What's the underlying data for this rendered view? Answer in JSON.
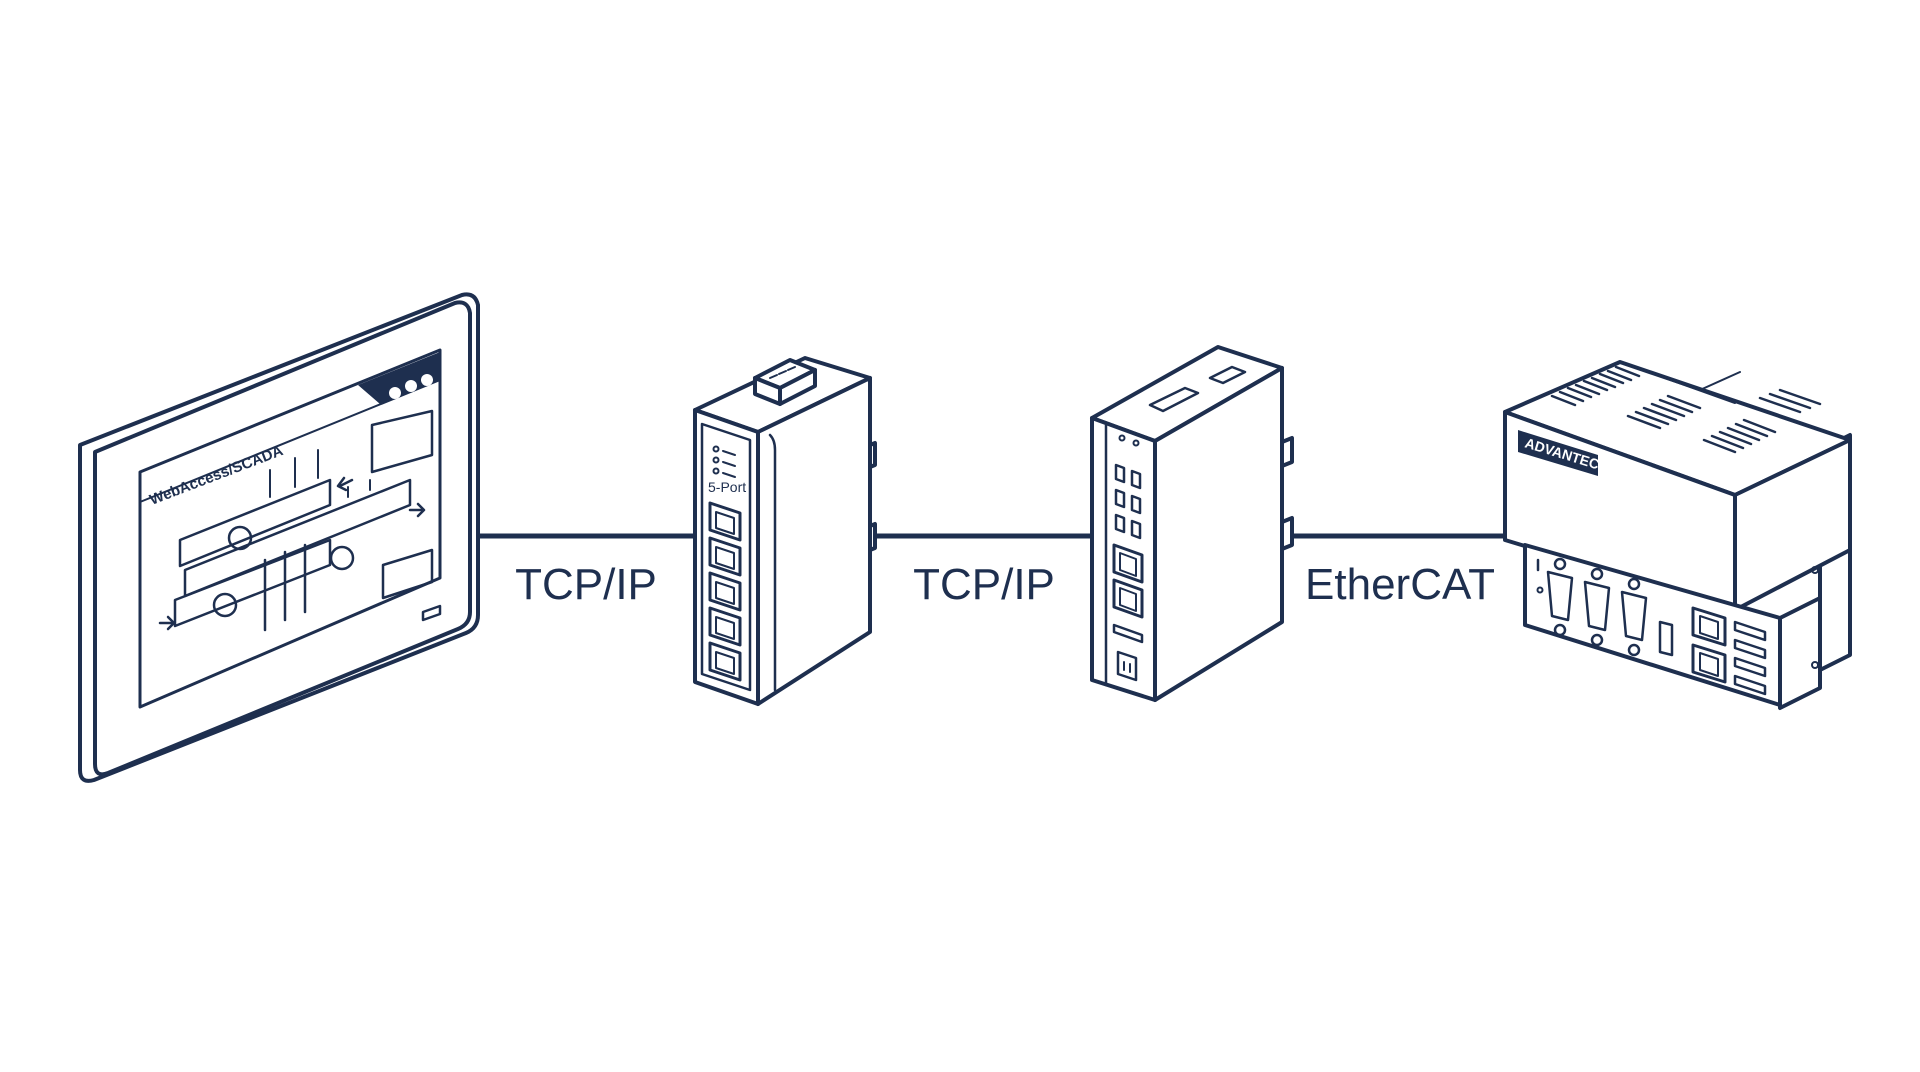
{
  "diagram": {
    "colors": {
      "ink": "#1e2f4f",
      "background": "#ffffff"
    },
    "devices": [
      {
        "id": "hmi-panel",
        "icon": "touch-panel-icon",
        "screen_title": "WebAccess/SCADA"
      },
      {
        "id": "ethernet-switch",
        "icon": "din-rail-switch-icon",
        "port_label": "5-Port"
      },
      {
        "id": "edge-gateway",
        "icon": "din-rail-computer-icon"
      },
      {
        "id": "motion-controller",
        "icon": "ethercat-controller-icon",
        "brand": "ADVANTECH"
      }
    ],
    "links": [
      {
        "label": "TCP/IP"
      },
      {
        "label": "TCP/IP"
      },
      {
        "label": "EtherCAT"
      }
    ]
  }
}
